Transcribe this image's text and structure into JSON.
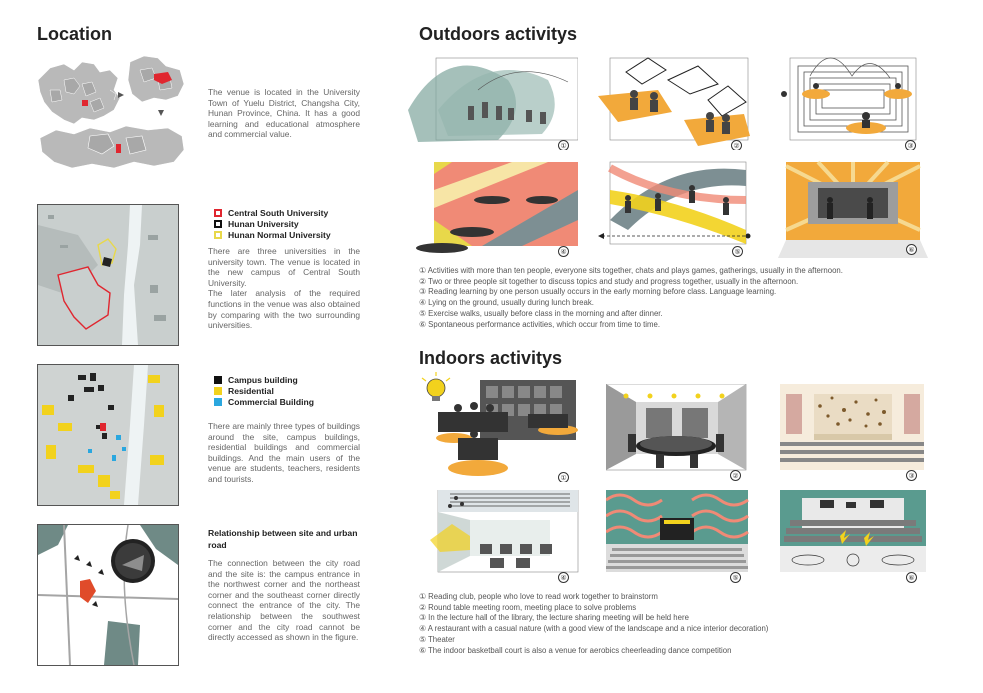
{
  "location": {
    "title": "Location",
    "intro": "The venue is located in the University Town of Yuelu District, Changsha City, Hunan Province, China. It has a good learning and educational atmosphere and commercial value.",
    "universities": {
      "legend": [
        {
          "label": "Central South University",
          "color": "#e0262f",
          "style": "outline"
        },
        {
          "label": "Hunan University",
          "color": "#111111",
          "style": "outline"
        },
        {
          "label": "Hunan Normal University",
          "color": "#e8d84a",
          "style": "outline"
        }
      ],
      "text": "There are three universities in the university town. The venue is located in the new campus of Central South University.\nThe later analysis of the required functions in the venue was also obtained by comparing with the two surrounding universities."
    },
    "buildings": {
      "legend": [
        {
          "label": "Campus building",
          "color": "#111111",
          "style": "fill"
        },
        {
          "label": "Residential",
          "color": "#f2d21d",
          "style": "fill"
        },
        {
          "label": "Commercial Building",
          "color": "#2aa7df",
          "style": "fill"
        }
      ],
      "text": "There are mainly three types of buildings around the site, campus buildings, residential buildings and commercial buildings. And the main users of the venue are students, teachers, residents and tourists."
    },
    "road": {
      "heading": "Relationship between site and urban road",
      "text": "The connection between the city road and the site is: the campus entrance in the northwest corner and the northeast corner and the southeast corner directly connect the entrance of the city. The relationship between the southwest corner and the city road cannot be directly accessed as shown in the figure."
    }
  },
  "outdoors": {
    "title": "Outdoors activitys",
    "markers": [
      "①",
      "②",
      "③",
      "④",
      "⑤",
      "⑥"
    ],
    "items": [
      "① Activities with more than ten people, everyone sits together, chats and plays games, gatherings, usually in the afternoon.",
      "② Two or three people sit together to discuss topics and study and progress together, usually in the afternoon.",
      "③ Reading learning by one person usually occurs in the early morning before class. Language learning.",
      "④ Lying on the ground, usually during lunch break.",
      "⑤ Exercise walks, usually before class in the morning and after dinner.",
      "⑥ Spontaneous performance activities, which occur from time to time."
    ]
  },
  "indoors": {
    "title": "Indoors activitys",
    "markers": [
      "①",
      "②",
      "③",
      "④",
      "⑤",
      "⑥"
    ],
    "items": [
      "① Reading club, people who love to read work together to brainstorm",
      "② Round table meeting room, meeting place to solve problems",
      "③ In the lecture hall of the library, the lecture sharing meeting will be held here",
      "④ A restaurant with a casual nature (with a good view of the landscape and a nice interior decoration)",
      "⑤ Theater",
      "⑥ The indoor basketball court is also a venue for aerobics cheerleading dance competition"
    ]
  },
  "colors": {
    "accent_orange": "#f2a93b",
    "salmon": "#f08a76",
    "teal": "#5a9b8f",
    "slate": "#7d8f93",
    "red": "#e0262f"
  }
}
